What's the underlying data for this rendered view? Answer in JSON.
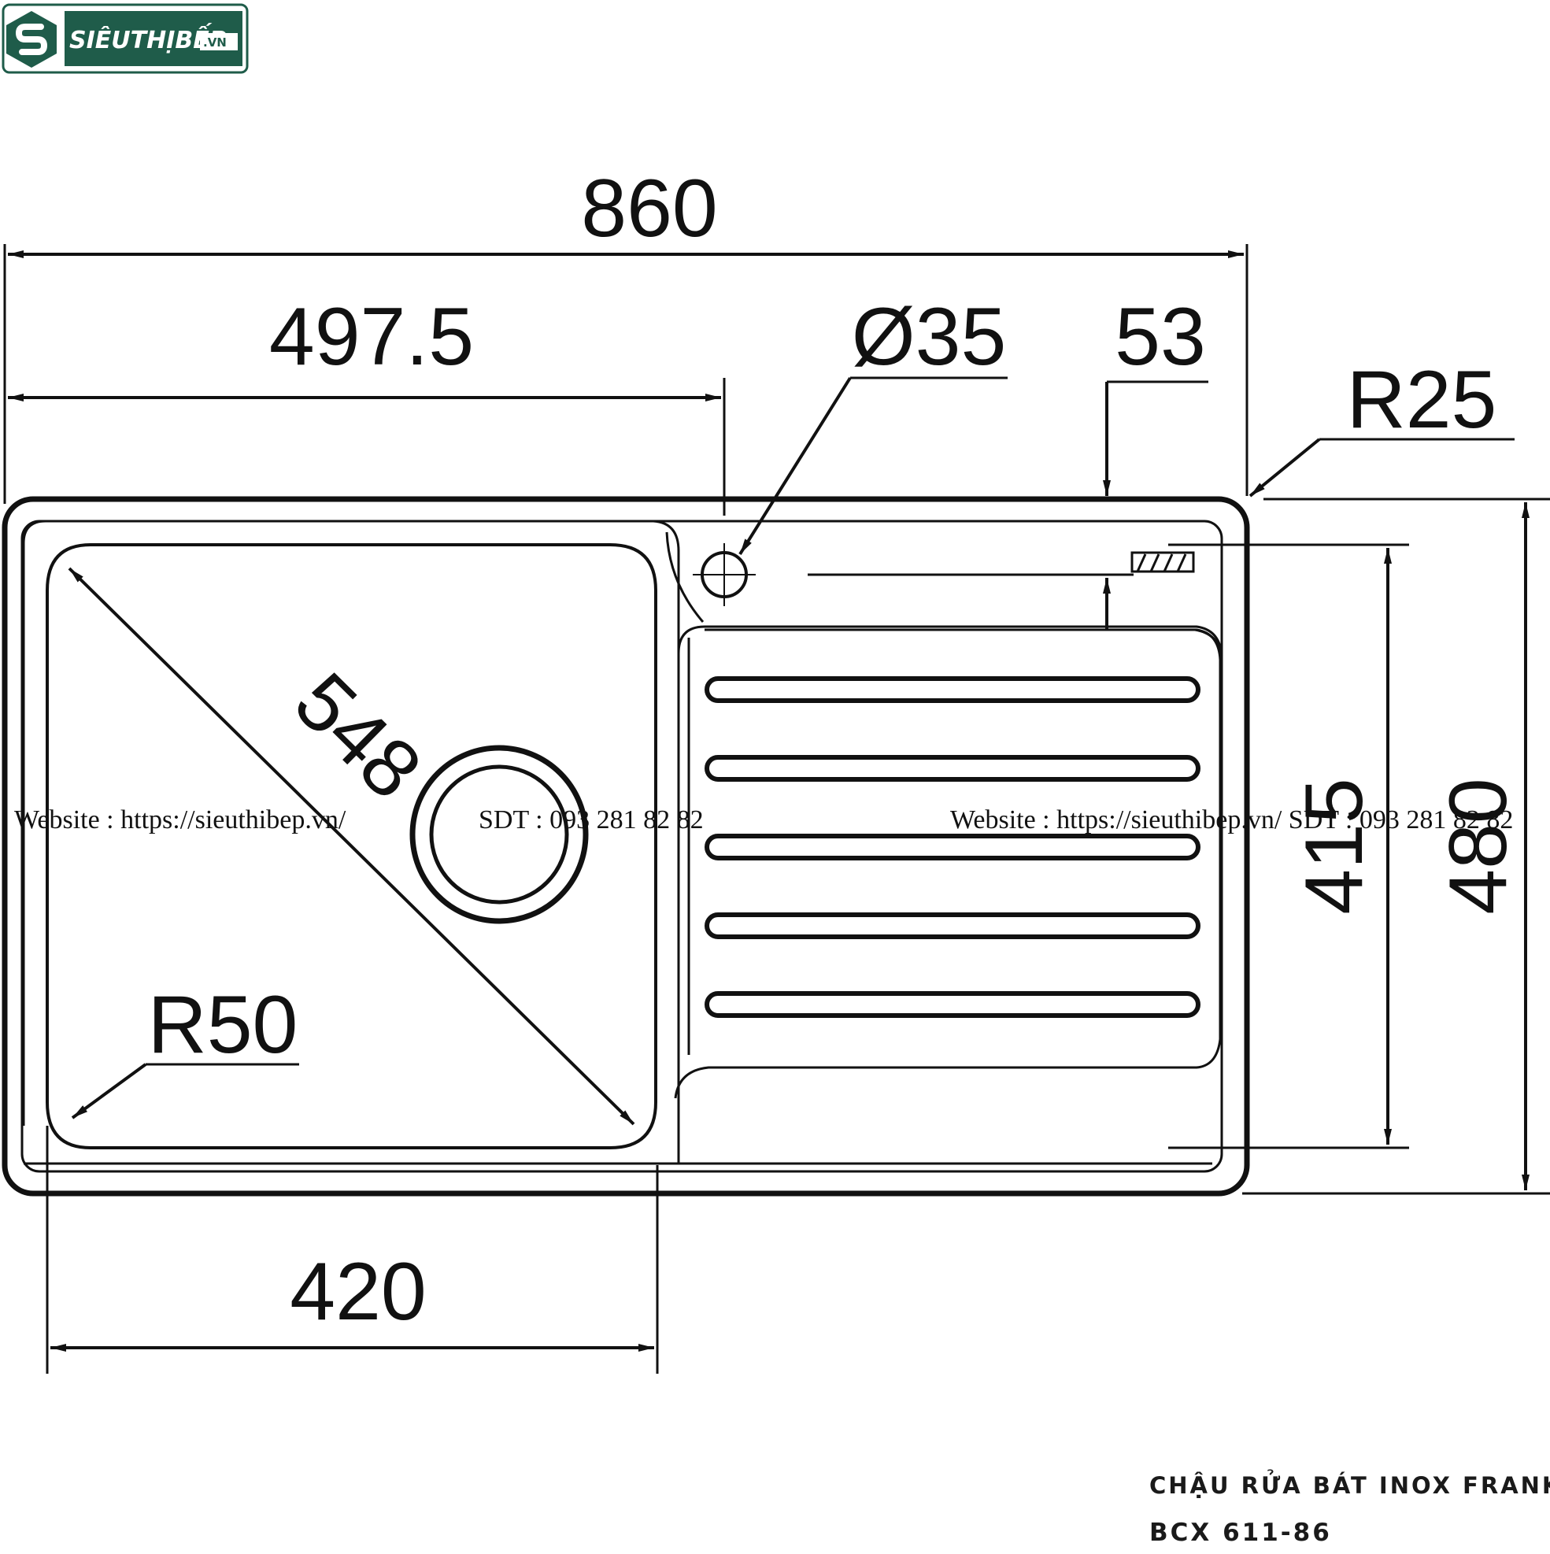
{
  "logo": {
    "brand_text": "SIÊUTHỊBẾP",
    "tld": ".VN",
    "colors": {
      "primary": "#1f5c4a",
      "accent": "#ffffff"
    }
  },
  "drawing": {
    "dimensions": {
      "overall_width": "860",
      "bowl_offset": "497.5",
      "tap_hole": "Ø35",
      "tap_edge": "53",
      "corner_radius": "R25",
      "bowl_diagonal": "548",
      "bowl_radius": "R50",
      "bowl_width": "420",
      "bowl_depth": "415",
      "overall_depth": "480"
    },
    "drainer_grooves": 5
  },
  "watermark": {
    "left_website": "Website : https://sieuthibep.vn/",
    "left_phone": "SDT : 093 281 82 82",
    "right_text": "Website : https://sieuthibep.vn/  SDT : 093 281 82 82"
  },
  "caption": {
    "line1": "CHẬU RỬA BÁT INOX FRANKE",
    "line2": "BCX 611-86"
  }
}
